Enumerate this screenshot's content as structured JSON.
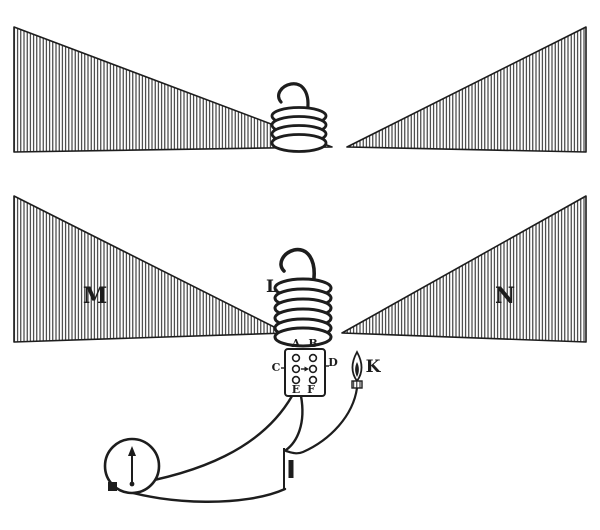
{
  "figure": {
    "labels": {
      "left_pole": "M",
      "right_pole": "N",
      "coil": "L",
      "flame": "K"
    },
    "terminals": {
      "a": "A",
      "b": "B",
      "c": "C",
      "d": "D",
      "e": "E",
      "f": "F"
    },
    "colors": {
      "ink": "#1d1d1d",
      "paper": "#ffffff"
    }
  }
}
